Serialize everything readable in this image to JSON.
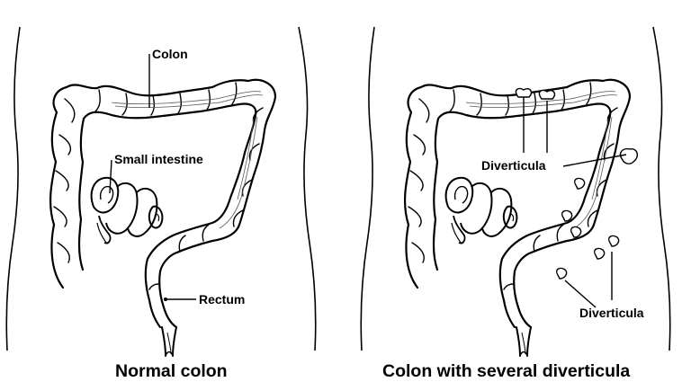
{
  "left_panel": {
    "caption": "Normal colon",
    "labels": {
      "colon": "Colon",
      "small_intestine": "Small intestine",
      "rectum": "Rectum"
    }
  },
  "right_panel": {
    "caption": "Colon with several diverticula",
    "labels": {
      "diverticula_upper": "Diverticula",
      "diverticula_lower": "Diverticula"
    }
  }
}
